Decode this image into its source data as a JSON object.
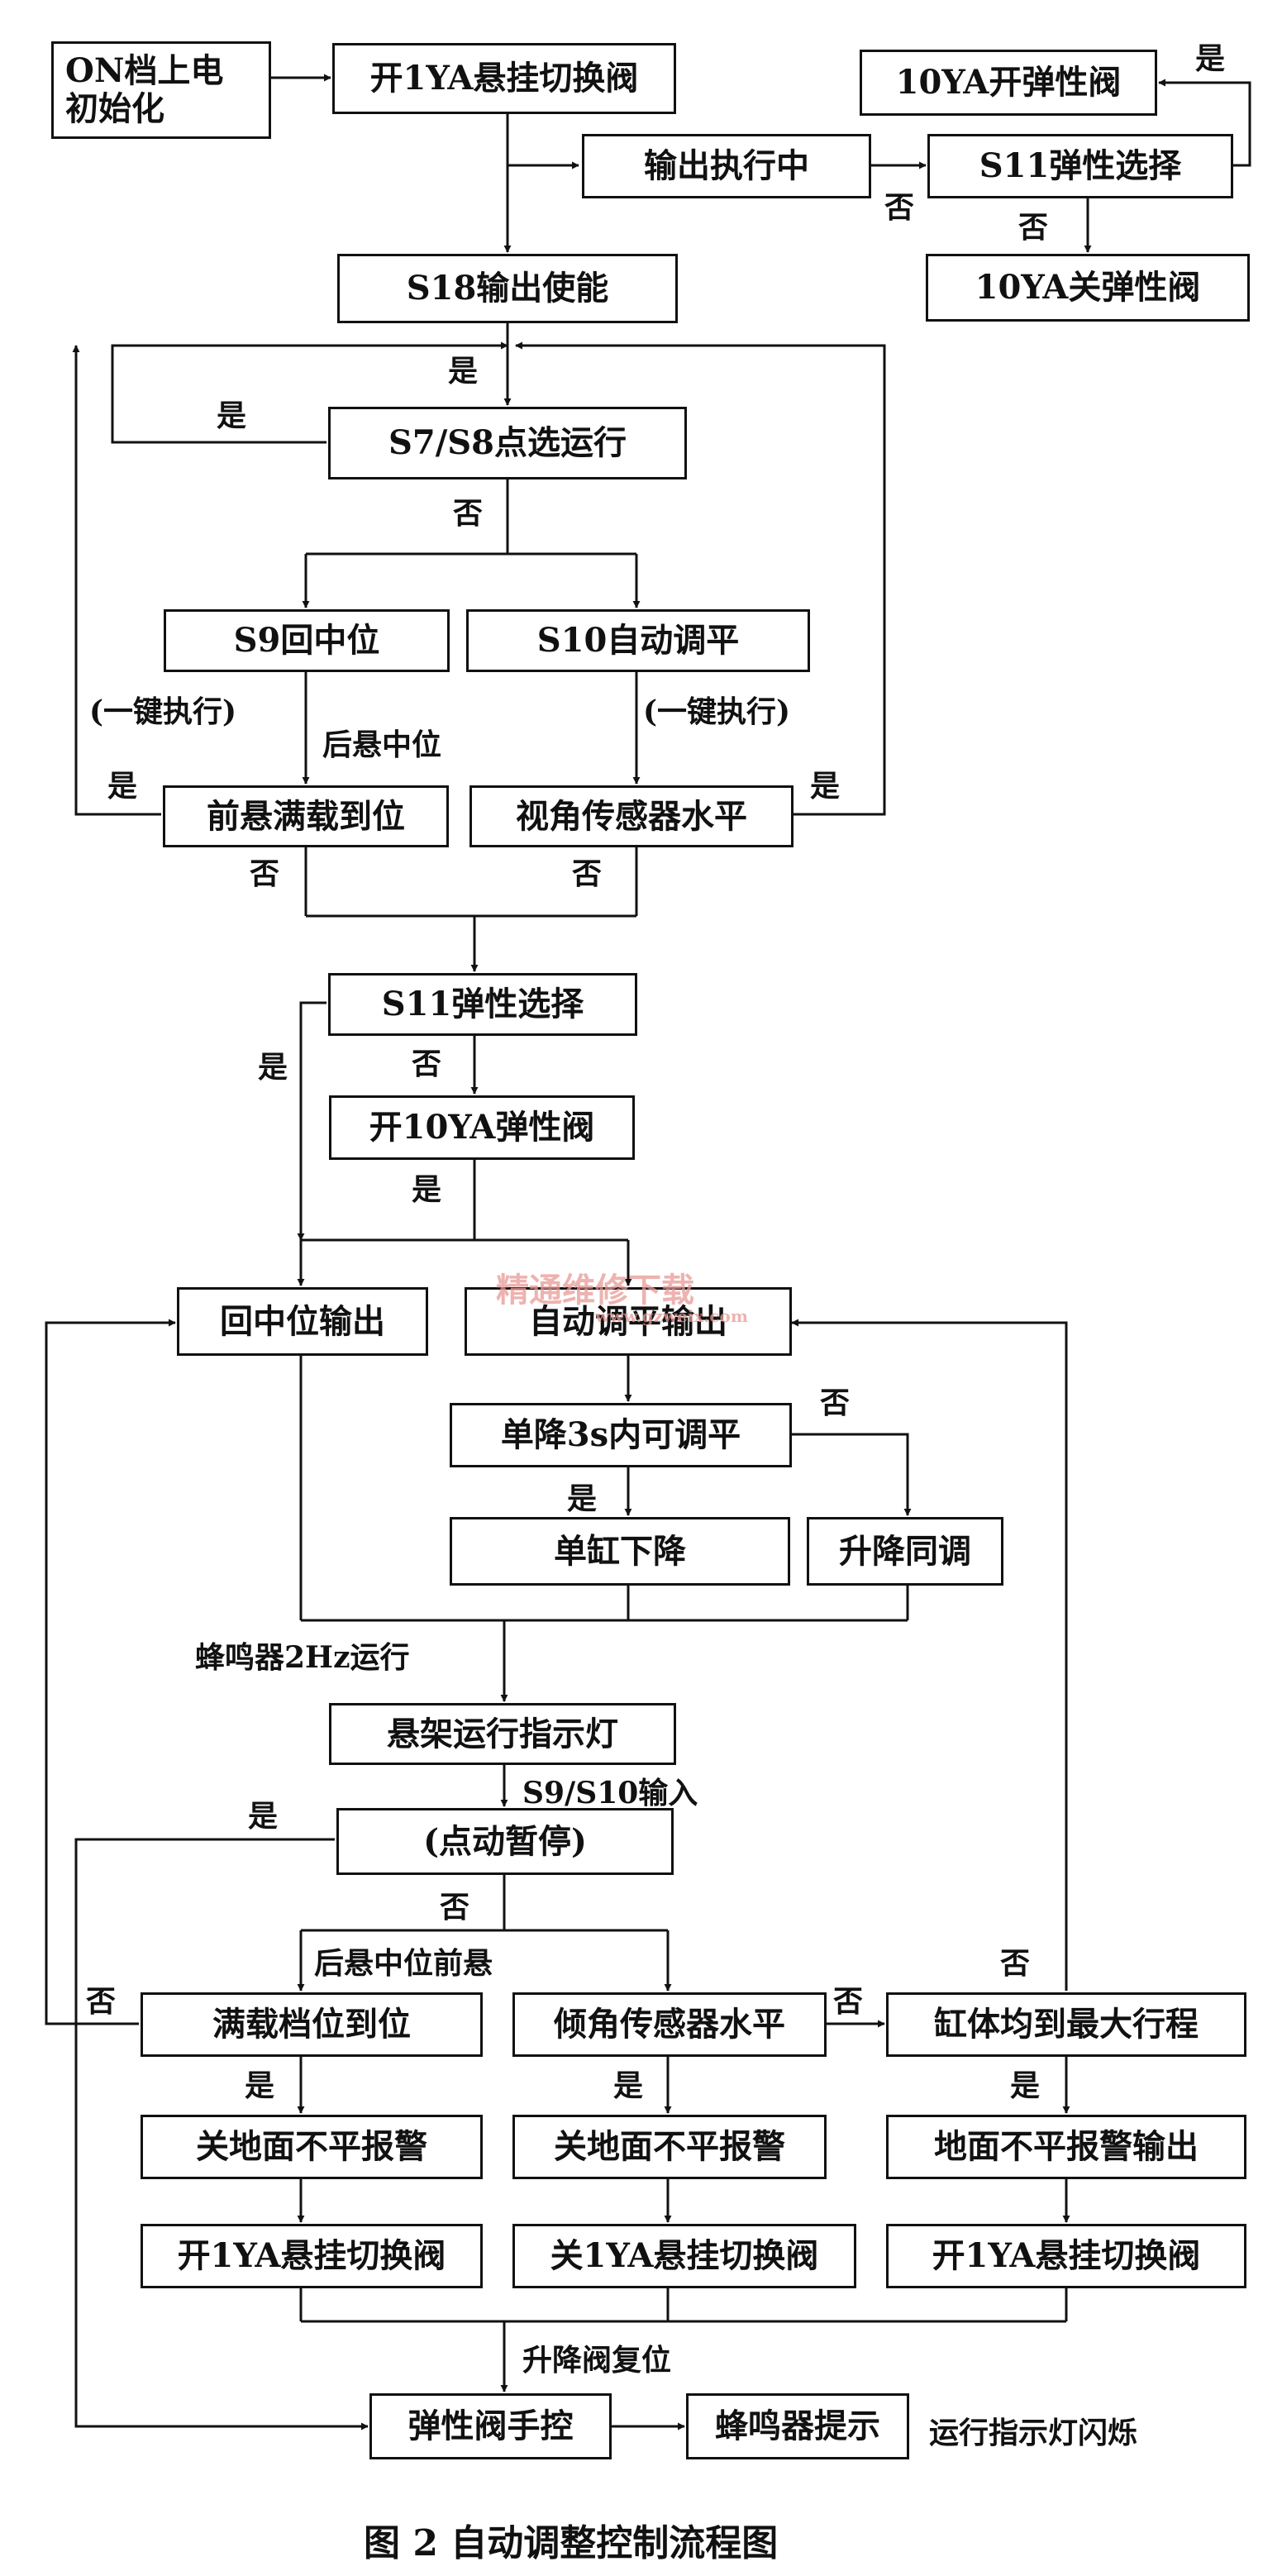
{
  "nodes": {
    "on_power_init": "ON档上电\n初始化",
    "open_1ya_top": "开1YA悬挂切换阀",
    "output_executing": "输出执行中",
    "s11_elastic_select_top": "S11弹性选择",
    "open_10ya_elastic": "10YA开弹性阀",
    "close_10ya_elastic": "10YA关弹性阀",
    "s18_output_enable": "S18输出使能",
    "s7_s8_select_run": "S7/S8点选运行",
    "s9_return_center": "S9回中位",
    "s10_auto_level": "S10自动调平",
    "front_full_load": "前悬满载到位",
    "view_sensor_level": "视角传感器水平",
    "s11_elastic_select_mid": "S11弹性选择",
    "open_10ya_elastic_mid": "开10YA弹性阀",
    "return_center_output": "回中位输出",
    "auto_level_output": "自动调平输出",
    "single_drop_3s": "单降3s内可调平",
    "single_cylinder_drop": "单缸下降",
    "lift_drop_sync": "升降同调",
    "suspension_run_light": "悬架运行指示灯",
    "inching_pause": "(点动暂停)",
    "full_load_position": "满载档位到位",
    "tilt_sensor_level": "倾角传感器水平",
    "cylinder_max_stroke": "缸体均到最大行程",
    "close_uneven_alarm_1": "关地面不平报警",
    "close_uneven_alarm_2": "关地面不平报警",
    "uneven_alarm_output": "地面不平报警输出",
    "open_1ya_bottom_1": "开1YA悬挂切换阀",
    "close_1ya_bottom_2": "关1YA悬挂切换阀",
    "open_1ya_bottom_3": "开1YA悬挂切换阀",
    "elastic_valve_manual": "弹性阀手控",
    "buzzer_prompt": "蜂鸣器提示"
  },
  "labels": {
    "yes_top_right": "是",
    "no_s11_top_side": "否",
    "no_s11_top_below": "否",
    "yes_after_s18": "是",
    "yes_s7_left": "是",
    "no_s7_below": "否",
    "one_key_left": "(一键执行)",
    "rear_center": "后悬中位",
    "one_key_right": "(一键执行)",
    "yes_front_left": "是",
    "yes_view_right": "是",
    "no_front_below": "否",
    "no_view_below": "否",
    "yes_s11_mid_left": "是",
    "no_s11_mid_below": "否",
    "yes_open_10ya_below": "是",
    "no_single_drop_right": "否",
    "yes_single_drop_below": "是",
    "buzzer_2hz": "蜂鸣器2Hz运行",
    "s9_s10_input": "S9/S10输入",
    "yes_pause_left": "是",
    "no_pause_below": "否",
    "rear_center_front": "后悬中位前悬",
    "no_full_load_left": "否",
    "no_tilt_right": "否",
    "no_cylinder_top": "否",
    "yes_full_load_below": "是",
    "yes_tilt_below": "是",
    "yes_cylinder_below": "是",
    "lift_valve_reset": "升降阀复位",
    "run_light_blink": "运行指示灯闪烁"
  },
  "watermark": {
    "text": "精通维修下载",
    "url": "www.gzweix.com"
  },
  "caption": "图 2   自动调整控制流程图",
  "colors": {
    "line": "#111111",
    "watermark": "#e79a96"
  }
}
